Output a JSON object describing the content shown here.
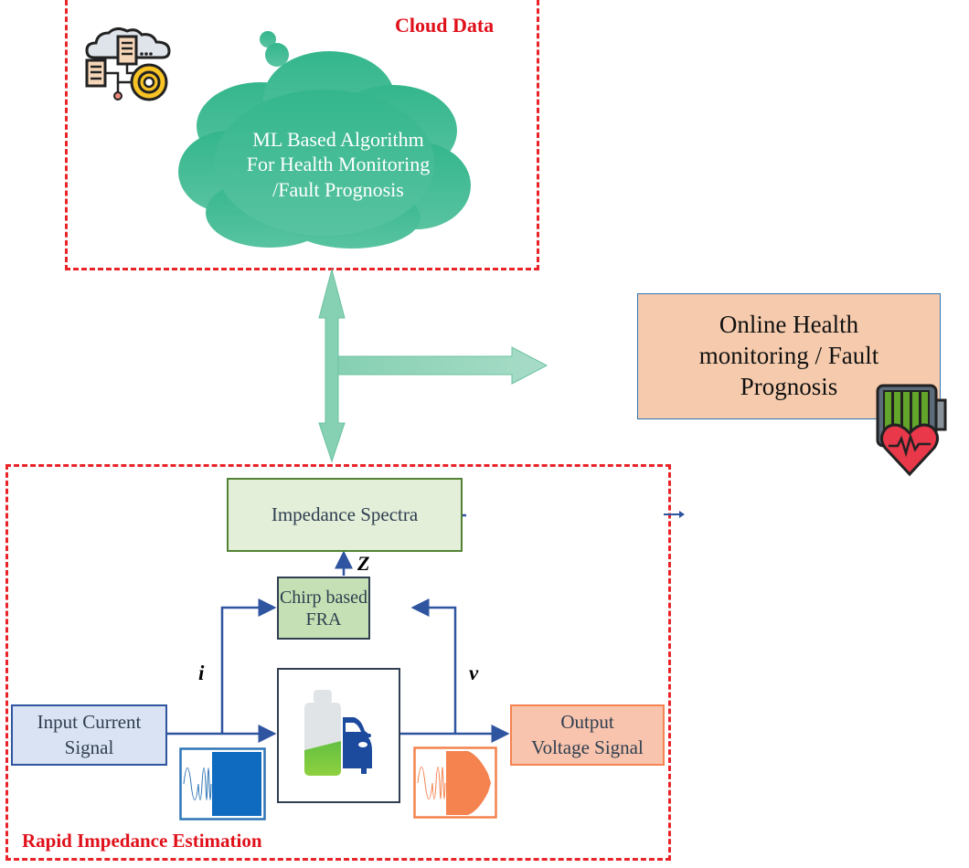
{
  "cloud_section": {
    "label": "Cloud Data",
    "cloud_text": [
      "ML Based Algorithm",
      "For Health Monitoring",
      "/Fault Prognosis"
    ],
    "icon": "cloud-data-gear-icon"
  },
  "health_box": {
    "text": [
      "Online Health",
      "monitoring / Fault",
      "Prognosis"
    ],
    "icon": "battery-heart-icon"
  },
  "rapid_section": {
    "label": "Rapid Impedance Estimation",
    "impedance_box": "Impedance Spectra",
    "fra_box": [
      "Chirp based",
      "FRA"
    ],
    "z_label": "Z",
    "i_label": "i",
    "v_label": "v",
    "input_box": [
      "Input Current",
      "Signal"
    ],
    "output_box": [
      "Output",
      "Voltage Signal"
    ],
    "device_icon": "battery-car-icon",
    "input_plot_icon": "chirp-current-plot-icon",
    "output_plot_icon": "chirp-voltage-plot-icon"
  },
  "colors": {
    "dash_red": "#e8242a",
    "cloud_green": "#3fbf95",
    "arrow_green": "#8fd3b8",
    "health_fill": "#f6cbad",
    "impedance_fill": "#e3efd9",
    "fra_fill": "#c5e0b4",
    "input_fill": "#dae3f3",
    "output_fill": "#f8c4ad",
    "signal_blue": "#2f55a0"
  }
}
